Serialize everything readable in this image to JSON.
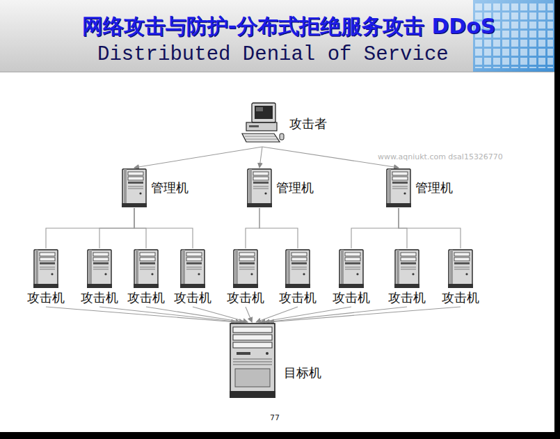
{
  "diagram": {
    "title": "网络攻击与防护-分布式拒绝服务攻击 DDoS",
    "nodes": [
      {
        "text": [
          "攻击者"
        ]
      },
      {
        "text": [
          "管理机"
        ]
      },
      {
        "text": [
          "管理机"
        ]
      },
      {
        "text": [
          "管理机"
        ]
      },
      {
        "text": [
          "攻击机"
        ]
      },
      {
        "text": [
          "攻击机"
        ]
      },
      {
        "text": [
          "攻击机"
        ]
      },
      {
        "text": [
          "攻击机"
        ]
      },
      {
        "text": [
          "攻击机"
        ]
      },
      {
        "text": [
          "攻击机"
        ]
      },
      {
        "text": [
          "攻击机"
        ]
      },
      {
        "text": [
          "攻击机"
        ]
      },
      {
        "text": [
          "攻击机"
        ]
      },
      {
        "text": [
          "目标机"
        ]
      }
    ],
    "edges": [
      {
        "from": 0,
        "to": 1,
        "arrow": "to"
      },
      {
        "from": 0,
        "to": 2,
        "arrow": "to"
      },
      {
        "from": 0,
        "to": 3,
        "arrow": "to"
      },
      {
        "from": 1,
        "to": 4,
        "arrow": "none"
      },
      {
        "from": 1,
        "to": 5,
        "arrow": "none"
      },
      {
        "from": 1,
        "to": 6,
        "arrow": "none"
      },
      {
        "from": 1,
        "to": 7,
        "arrow": "none"
      },
      {
        "from": 2,
        "to": 8,
        "arrow": "none"
      },
      {
        "from": 2,
        "to": 9,
        "arrow": "none"
      },
      {
        "from": 3,
        "to": 10,
        "arrow": "none"
      },
      {
        "from": 3,
        "to": 11,
        "arrow": "none"
      },
      {
        "from": 3,
        "to": 12,
        "arrow": "none"
      },
      {
        "from": 4,
        "to": 13,
        "arrow": "to"
      },
      {
        "from": 5,
        "to": 13,
        "arrow": "to"
      },
      {
        "from": 6,
        "to": 13,
        "arrow": "to"
      },
      {
        "from": 7,
        "to": 13,
        "arrow": "to"
      },
      {
        "from": 8,
        "to": 13,
        "arrow": "to"
      },
      {
        "from": 9,
        "to": 13,
        "arrow": "to"
      },
      {
        "from": 10,
        "to": 13,
        "arrow": "to"
      },
      {
        "from": 11,
        "to": 13,
        "arrow": "to"
      },
      {
        "from": 12,
        "to": 13,
        "arrow": "to"
      }
    ],
    "labels": [
      "Distributed Denial of Service",
      "www.aqniukt.com dsal15326770",
      "77"
    ]
  }
}
